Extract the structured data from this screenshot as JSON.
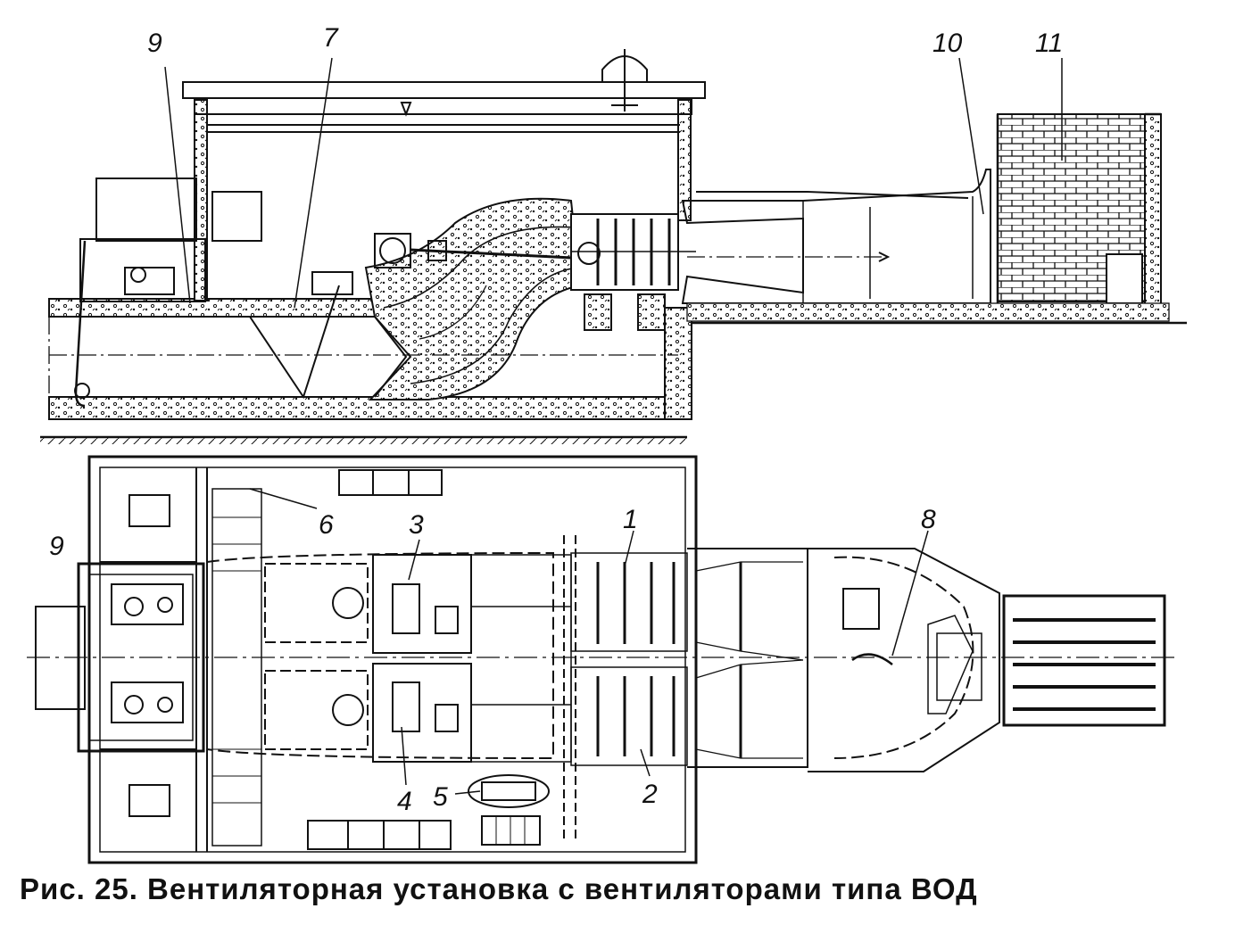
{
  "figure": {
    "caption": "Рис. 25. Вентиляторная установка с вентиляторами типа ВОД",
    "labels": {
      "n1": "1",
      "n2": "2",
      "n3": "3",
      "n4": "4",
      "n5": "5",
      "n6": "6",
      "n7": "7",
      "n8": "8",
      "n9_top": "9",
      "n9_bottom": "9",
      "n10": "10",
      "n11": "11"
    }
  }
}
